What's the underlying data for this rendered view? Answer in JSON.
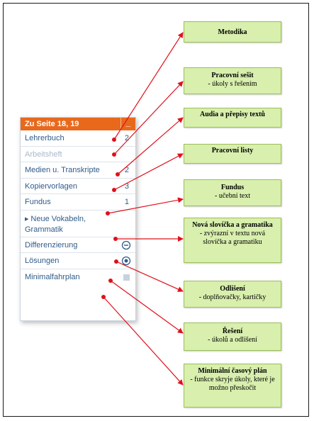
{
  "panel": {
    "header": "Zu Seite 18, 19",
    "rows": [
      {
        "label": "Lehrerbuch",
        "count": "2"
      },
      {
        "label": "Arbeitsheft",
        "count": ""
      },
      {
        "label": "Medien u. Transkripte",
        "count": "2"
      },
      {
        "label": "Kopiervorlagen",
        "count": "3"
      },
      {
        "label": "Fundus",
        "count": "1"
      },
      {
        "label_line1": "Neue Vokabeln,",
        "label_line2": "Grammatik"
      },
      {
        "label": "Differenzierung",
        "icon": "minus-circle-icon"
      },
      {
        "label": "Lösungen",
        "icon": "target-circle-icon"
      },
      {
        "label": "Minimalfahrplan",
        "icon": "square-icon"
      }
    ]
  },
  "callouts": [
    {
      "title": "Metodika",
      "desc": ""
    },
    {
      "title": "Pracovní sešit",
      "desc": "- úkoly s řešením"
    },
    {
      "title": "Audia a přepisy textů",
      "desc": ""
    },
    {
      "title": "Pracovní listy",
      "desc": ""
    },
    {
      "title": "Fundus",
      "desc": "- učební text"
    },
    {
      "title": "Nová slovíčka a gramatika",
      "desc": "- zvýrazní v textu nová slovíčka a gramatiku"
    },
    {
      "title": "Odlišení",
      "desc": "- doplňovačky, kartičky"
    },
    {
      "title": "Řešení",
      "desc": "- úkolů a odlišení"
    },
    {
      "title": "Minimální časový plán",
      "desc": "- funkce skryje úkoly, které je možno přeskočit"
    }
  ],
  "colors": {
    "header_bg": "#e8691c",
    "row_text": "#2f5c8a",
    "disabled_text": "#a9b8c8",
    "callout_bg": "#d8efad",
    "connector": "#e0101a"
  }
}
